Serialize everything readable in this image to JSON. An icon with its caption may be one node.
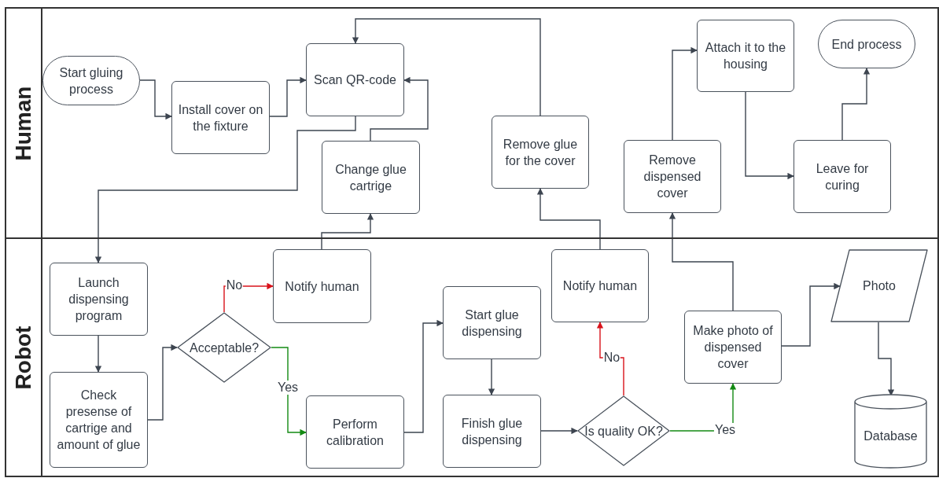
{
  "diagram": {
    "nodes": [
      {
        "text": [
          "Human"
        ]
      },
      {
        "text": [
          "Start gluing process"
        ],
        "in": 0
      },
      {
        "text": [
          "Install cover on the fixture"
        ],
        "in": 0
      },
      {
        "text": [
          "Scan QR-code"
        ],
        "in": 0
      },
      {
        "text": [
          "Change glue cartrige"
        ],
        "in": 0
      },
      {
        "text": [
          "Remove glue for the cover"
        ],
        "in": 0
      },
      {
        "text": [
          "Remove dispensed cover"
        ],
        "in": 0
      },
      {
        "text": [
          "Attach it to the housing"
        ],
        "in": 0
      },
      {
        "text": [
          "Leave for curing"
        ],
        "in": 0
      },
      {
        "text": [
          "End process"
        ],
        "in": 0
      },
      {
        "text": [
          "Robot"
        ]
      },
      {
        "text": [
          "Launch dispensing program"
        ],
        "in": 10
      },
      {
        "text": [
          "Check presense of cartrige and amount of glue"
        ],
        "in": 10
      },
      {
        "text": [
          "Acceptable?"
        ],
        "in": 10
      },
      {
        "text": [
          "Notify human"
        ],
        "in": 10
      },
      {
        "text": [
          "Perform calibration"
        ],
        "in": 10
      },
      {
        "text": [
          "Start glue dispensing"
        ],
        "in": 10
      },
      {
        "text": [
          "Finish glue dispensing"
        ],
        "in": 10
      },
      {
        "text": [
          "Is quality OK?"
        ],
        "in": 10
      },
      {
        "text": [
          "Notify human"
        ],
        "in": 10
      },
      {
        "text": [
          "Make photo of dispensed cover"
        ],
        "in": 10
      },
      {
        "text": [
          "Photo"
        ],
        "in": 10
      },
      {
        "text": [
          "Database"
        ],
        "in": 10
      }
    ],
    "edges": [
      {
        "from": 1,
        "to": 2,
        "arrow": "to"
      },
      {
        "from": 2,
        "to": 3,
        "arrow": "to"
      },
      {
        "from": 3,
        "to": 11,
        "arrow": "to"
      },
      {
        "from": 11,
        "to": 12,
        "arrow": "to"
      },
      {
        "from": 12,
        "to": 13,
        "arrow": "to"
      },
      {
        "from": 13,
        "to": 14,
        "arrow": "to",
        "label": "No",
        "color": "#d9131b"
      },
      {
        "from": 13,
        "to": 15,
        "arrow": "to",
        "label": "Yes",
        "color": "#138a13"
      },
      {
        "from": 14,
        "to": 4,
        "arrow": "to"
      },
      {
        "from": 4,
        "to": 3,
        "arrow": "to"
      },
      {
        "from": 15,
        "to": 16,
        "arrow": "to"
      },
      {
        "from": 16,
        "to": 17,
        "arrow": "to"
      },
      {
        "from": 17,
        "to": 18,
        "arrow": "to"
      },
      {
        "from": 18,
        "to": 19,
        "arrow": "to",
        "label": "No",
        "color": "#d9131b"
      },
      {
        "from": 18,
        "to": 20,
        "arrow": "to",
        "label": "Yes",
        "color": "#138a13"
      },
      {
        "from": 19,
        "to": 5,
        "arrow": "to"
      },
      {
        "from": 5,
        "to": 3,
        "arrow": "to"
      },
      {
        "from": 20,
        "to": 6,
        "arrow": "to"
      },
      {
        "from": 6,
        "to": 7,
        "arrow": "to"
      },
      {
        "from": 7,
        "to": 8,
        "arrow": "to"
      },
      {
        "from": 8,
        "to": 9,
        "arrow": "to"
      },
      {
        "from": 20,
        "to": 21,
        "arrow": "to"
      },
      {
        "from": 21,
        "to": 22,
        "arrow": "to"
      }
    ]
  }
}
